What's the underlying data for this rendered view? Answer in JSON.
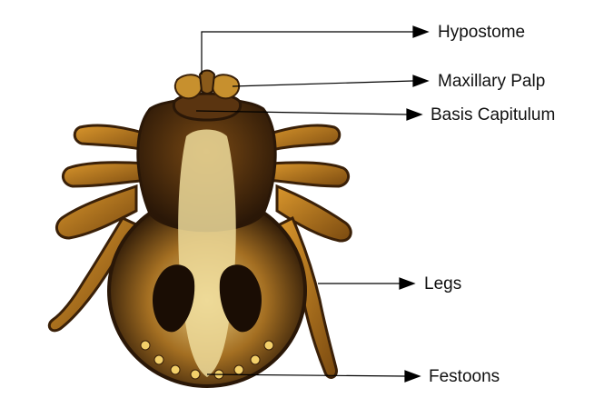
{
  "figure": {
    "subject": "tick-specimen",
    "labels": [
      {
        "id": "hypostome",
        "text": "Hypostome"
      },
      {
        "id": "maxillary-palp",
        "text": "Maxillary Palp"
      },
      {
        "id": "basis-capitulum",
        "text": "Basis Capitulum"
      },
      {
        "id": "legs",
        "text": "Legs"
      },
      {
        "id": "festoons",
        "text": "Festoons"
      }
    ],
    "colors": {
      "background": "#ffffff",
      "body_dark": "#2a1707",
      "body_mid": "#8a5a1a",
      "body_light": "#e6c97a",
      "leg": "#b7791f",
      "arrow": "#000000"
    }
  }
}
